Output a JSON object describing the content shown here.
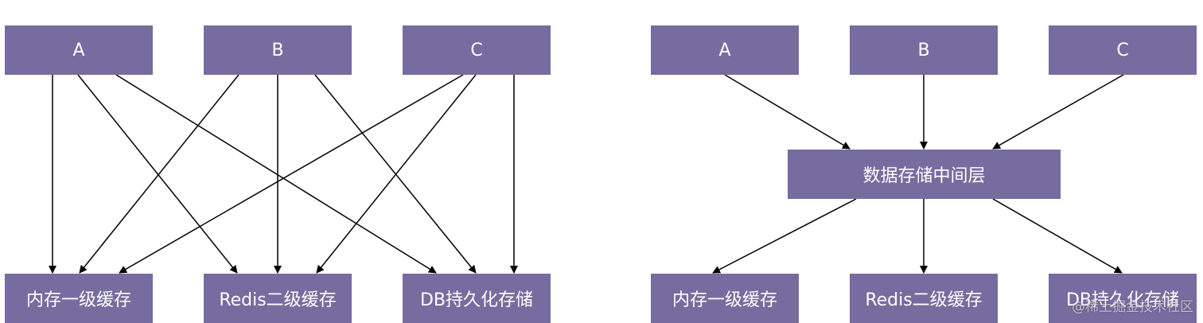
{
  "left_diagram": {
    "sources": [
      {
        "id": "A",
        "label": "A"
      },
      {
        "id": "B",
        "label": "B"
      },
      {
        "id": "C",
        "label": "C"
      }
    ],
    "targets": [
      {
        "id": "mem",
        "label": "内存一级缓存"
      },
      {
        "id": "redis",
        "label": "Redis二级缓存"
      },
      {
        "id": "db",
        "label": "DB持久化存储"
      }
    ],
    "edges": [
      [
        "A",
        "mem"
      ],
      [
        "A",
        "redis"
      ],
      [
        "A",
        "db"
      ],
      [
        "B",
        "mem"
      ],
      [
        "B",
        "redis"
      ],
      [
        "B",
        "db"
      ],
      [
        "C",
        "mem"
      ],
      [
        "C",
        "redis"
      ],
      [
        "C",
        "db"
      ]
    ]
  },
  "right_diagram": {
    "sources": [
      {
        "id": "A",
        "label": "A"
      },
      {
        "id": "B",
        "label": "B"
      },
      {
        "id": "C",
        "label": "C"
      }
    ],
    "middle": {
      "id": "mid",
      "label": "数据存储中间层"
    },
    "targets": [
      {
        "id": "mem",
        "label": "内存一级缓存"
      },
      {
        "id": "redis",
        "label": "Redis二级缓存"
      },
      {
        "id": "db",
        "label": "DB持久化存储"
      }
    ],
    "edges": [
      [
        "A",
        "mid"
      ],
      [
        "B",
        "mid"
      ],
      [
        "C",
        "mid"
      ],
      [
        "mid",
        "mem"
      ],
      [
        "mid",
        "redis"
      ],
      [
        "mid",
        "db"
      ]
    ]
  },
  "watermark": "@稀土掘金技术社区",
  "colors": {
    "node_fill": "#766c9f",
    "node_text": "#ffffff",
    "edge": "#000000"
  }
}
